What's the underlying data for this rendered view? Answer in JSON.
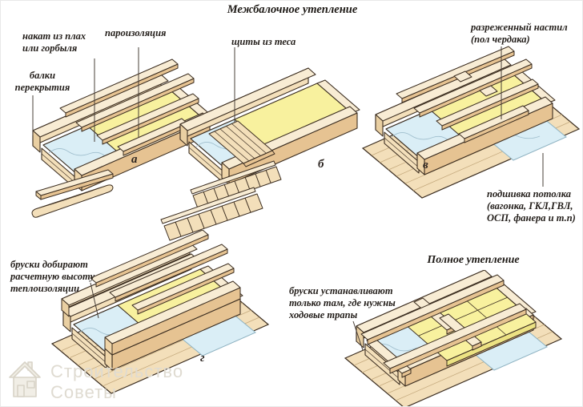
{
  "titles": {
    "main": "Межбалочное утепление",
    "full": "Полное утепление"
  },
  "labels": {
    "nakat": "накат из плах\nили горбыля",
    "paroizolyaciya": "пароизоляция",
    "balki": "балки\nперекрытия",
    "shchity": "щиты из теса",
    "nastil": "разреженный настил\n(пол чердака)",
    "podshivka": "подшивка потолка\n(вагонка, ГКЛ,ГВЛ,\nОСП, фанера и т.п)",
    "bruski_dobirayut": "бруски добирают\nрасчетную высоту\nтеплоизоляции",
    "bruski_ustanavlivayut": "бруски устанавливают\nтолько там, где нужны\nходовые трапы"
  },
  "figures": [
    {
      "id": "a",
      "letter": "а",
      "description": "beams with insulation, vapor barrier and plank covering"
    },
    {
      "id": "b",
      "letter": "б",
      "description": "beams covered with slatted board shields"
    },
    {
      "id": "v",
      "letter": "в",
      "description": "sparse attic-floor decking over insulation"
    },
    {
      "id": "g",
      "letter": "г",
      "description": "bars added on beams to gain insulation height"
    },
    {
      "id": "full",
      "letter": "",
      "description": "full insulation with walk boards"
    }
  ],
  "watermark": {
    "icon": "house-icon",
    "line1": "Строительство",
    "line2": "Советы"
  },
  "colors": {
    "insulation_yellow": "#f8f19e",
    "film_blue": "#daeef6",
    "wood_light": "#f8ecd4",
    "wood_mid": "#f3dfba",
    "wood_dark": "#e6c392",
    "outline": "#3b2d20",
    "label_text": "#231e1a",
    "watermark_gray": "#dfdbd1"
  }
}
